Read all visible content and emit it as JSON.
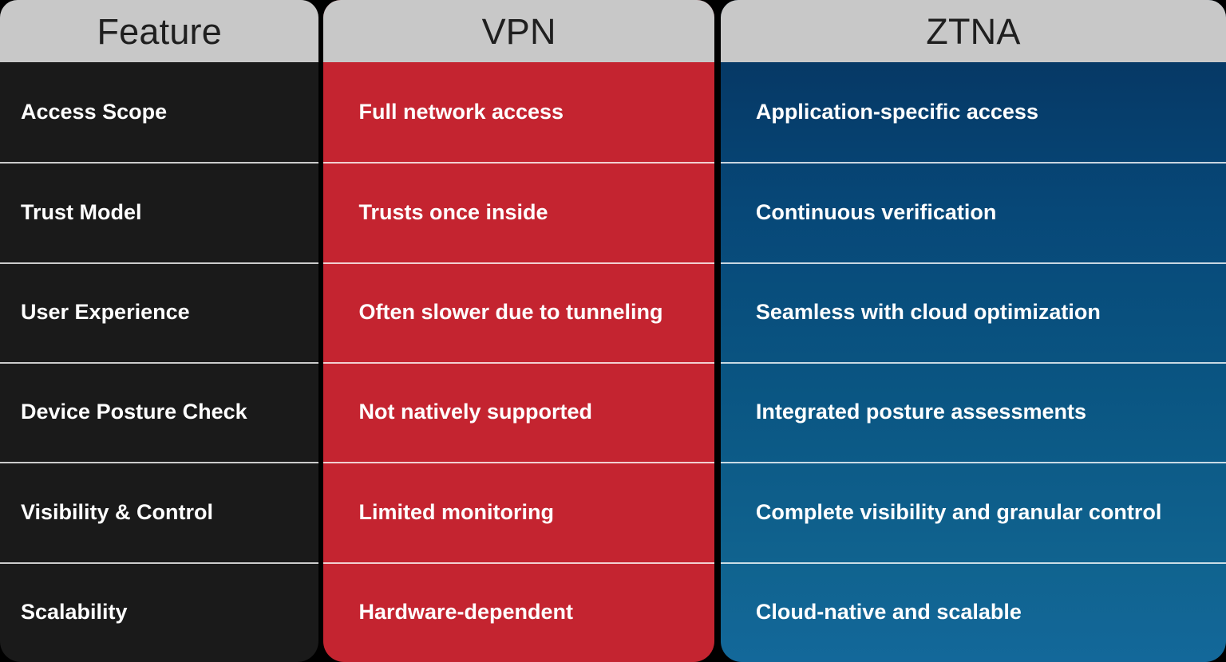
{
  "table": {
    "columns": [
      {
        "key": "feature",
        "header": "Feature"
      },
      {
        "key": "vpn",
        "header": "VPN"
      },
      {
        "key": "ztna",
        "header": "ZTNA"
      }
    ],
    "rows": [
      {
        "feature": "Access Scope",
        "vpn": "Full network access",
        "ztna": "Application-specific access"
      },
      {
        "feature": "Trust Model",
        "vpn": "Trusts once inside",
        "ztna": "Continuous verification"
      },
      {
        "feature": "User Experience",
        "vpn": "Often slower due to tunneling",
        "ztna": "Seamless with cloud optimization"
      },
      {
        "feature": "Device Posture Check",
        "vpn": "Not natively supported",
        "ztna": "Integrated posture assessments"
      },
      {
        "feature": "Visibility & Control",
        "vpn": "Limited monitoring",
        "ztna": "Complete visibility and granular control"
      },
      {
        "feature": "Scalability",
        "vpn": "Hardware-dependent",
        "ztna": "Cloud-native and scalable"
      }
    ]
  },
  "colors": {
    "page_background": "#000000",
    "header_background": "#c8c8c8",
    "header_text": "#1f1f1f",
    "feature_column": "#1a1a1a",
    "vpn_column": "#c42430",
    "ztna_gradient_top": "#05325e",
    "ztna_gradient_bottom": "#13689a",
    "cell_text": "#ffffff",
    "row_divider": "rgba(255,255,255,0.78)"
  }
}
